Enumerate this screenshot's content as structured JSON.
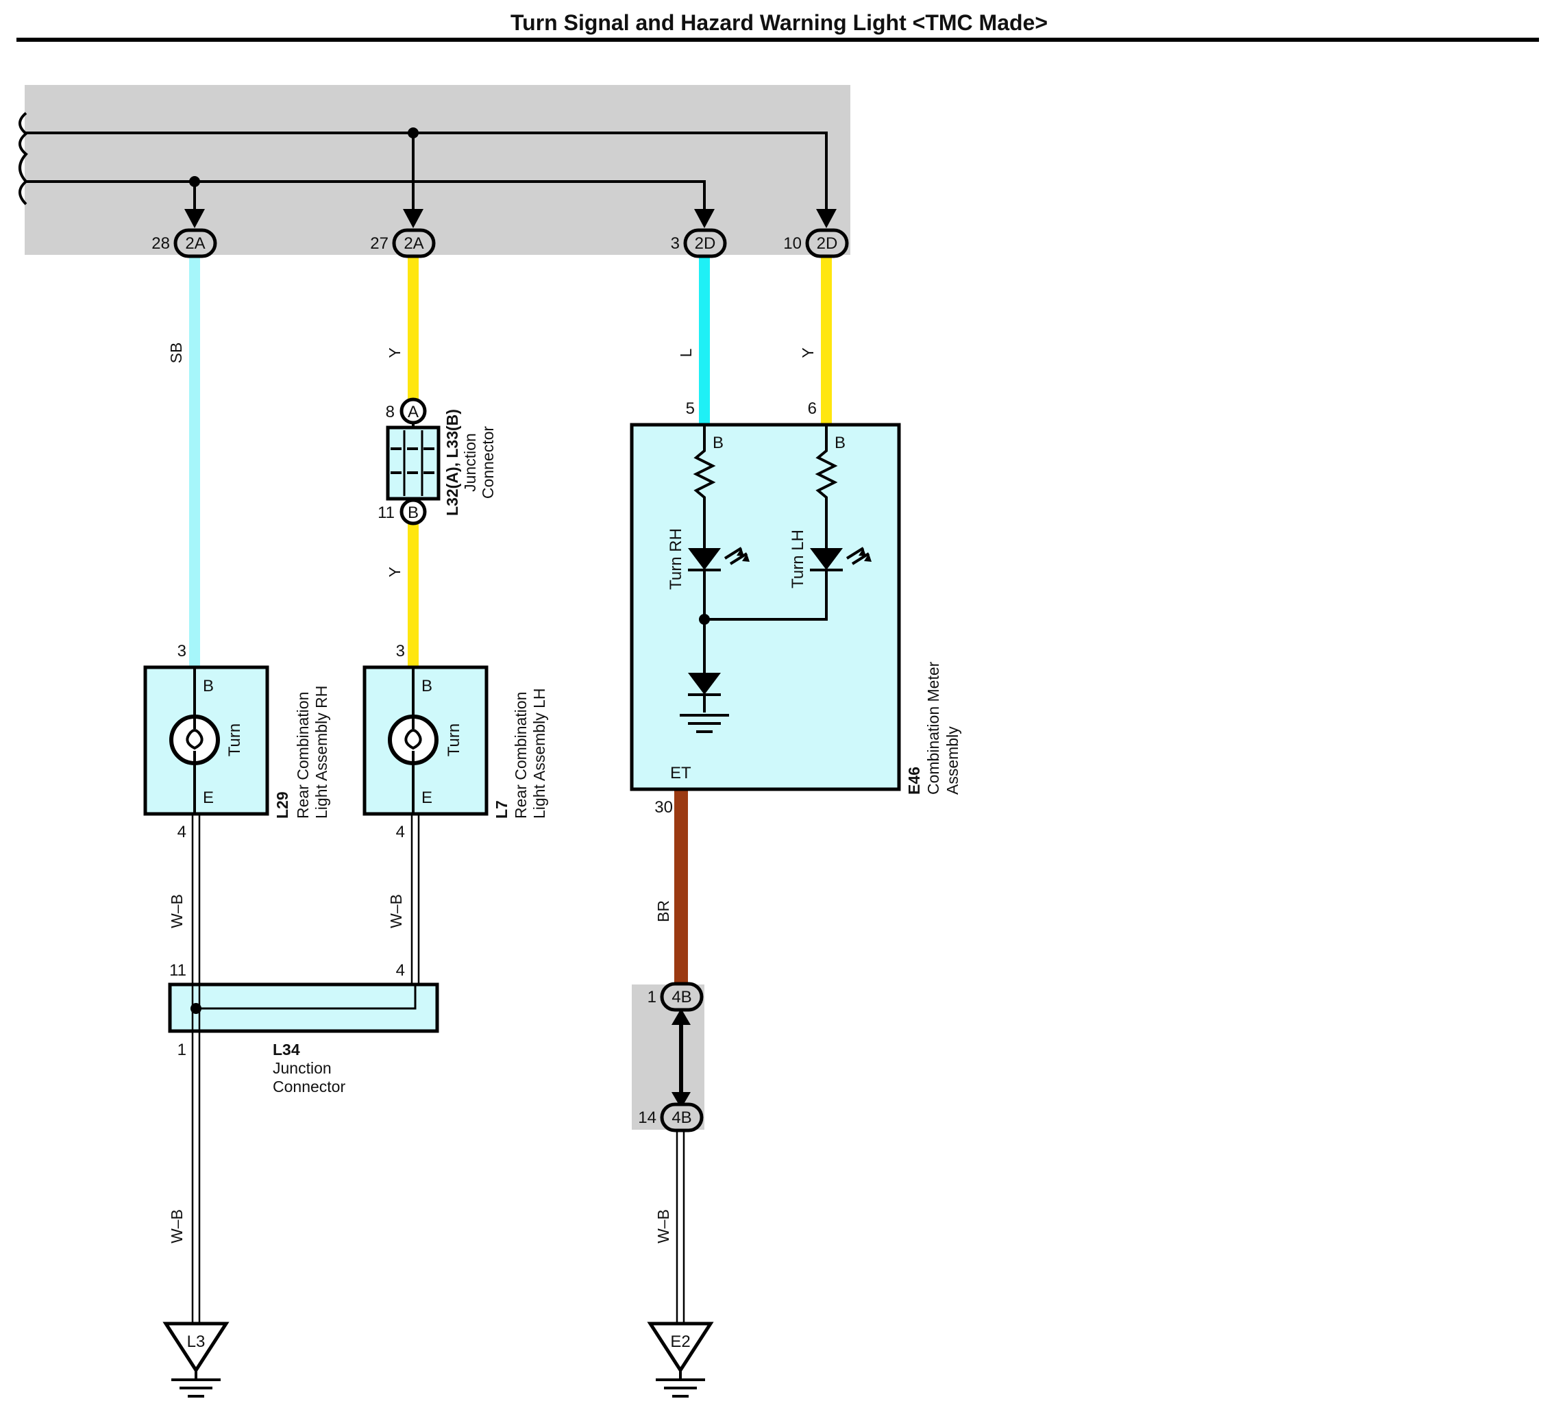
{
  "title": "Turn Signal and Hazard Warning Light <TMC Made>",
  "colors": {
    "sb": "#a6f6fa",
    "l": "#1ff0f6",
    "y": "#ffe60f",
    "br": "#9b3a12",
    "component_fill": "#cff9fb",
    "harness_gray": "#d0d0d0"
  },
  "connectors": {
    "c2a_28": {
      "pin": "28",
      "code": "2A"
    },
    "c2a_27": {
      "pin": "27",
      "code": "2A"
    },
    "c2d_3": {
      "pin": "3",
      "code": "2D"
    },
    "c2d_10": {
      "pin": "10",
      "code": "2D"
    },
    "c4b_1": {
      "pin": "1",
      "code": "4B"
    },
    "c4b_14": {
      "pin": "14",
      "code": "4B"
    }
  },
  "wires": {
    "sb": "SB",
    "y_upper": "Y",
    "y_lower": "Y",
    "l": "L",
    "y_right": "Y",
    "wb_l29": "W–B",
    "wb_l7": "W–B",
    "wb_ground": "W–B",
    "br": "BR",
    "wb_e2": "W–B"
  },
  "junction_l32": {
    "id": "L32(A), L33(B)",
    "name1": "Junction",
    "name2": "Connector",
    "top_pin": "8",
    "top_letter": "A",
    "bottom_pin": "11",
    "bottom_letter": "B"
  },
  "l29": {
    "id": "L29",
    "name1": "Rear Combination",
    "name2": "Light Assembly RH",
    "top_pin": "3",
    "bottom_pin": "4",
    "term_b": "B",
    "term_e": "E",
    "bulb": "Turn"
  },
  "l7": {
    "id": "L7",
    "name1": "Rear Combination",
    "name2": "Light Assembly LH",
    "top_pin": "3",
    "bottom_pin": "4",
    "term_b": "B",
    "term_e": "E",
    "bulb": "Turn"
  },
  "e46": {
    "id": "E46",
    "name1": "Combination Meter",
    "name2": "Assembly",
    "pin_left": "5",
    "pin_right": "6",
    "term_b_left": "B",
    "term_b_right": "B",
    "led_rh": "Turn RH",
    "led_lh": "Turn LH",
    "term_et": "ET",
    "bottom_pin": "30"
  },
  "l34": {
    "id": "L34",
    "name1": "Junction",
    "name2": "Connector",
    "pin_top_left": "11",
    "pin_top_right": "4",
    "pin_bottom": "1"
  },
  "grounds": {
    "l3": "L3",
    "e2": "E2"
  }
}
